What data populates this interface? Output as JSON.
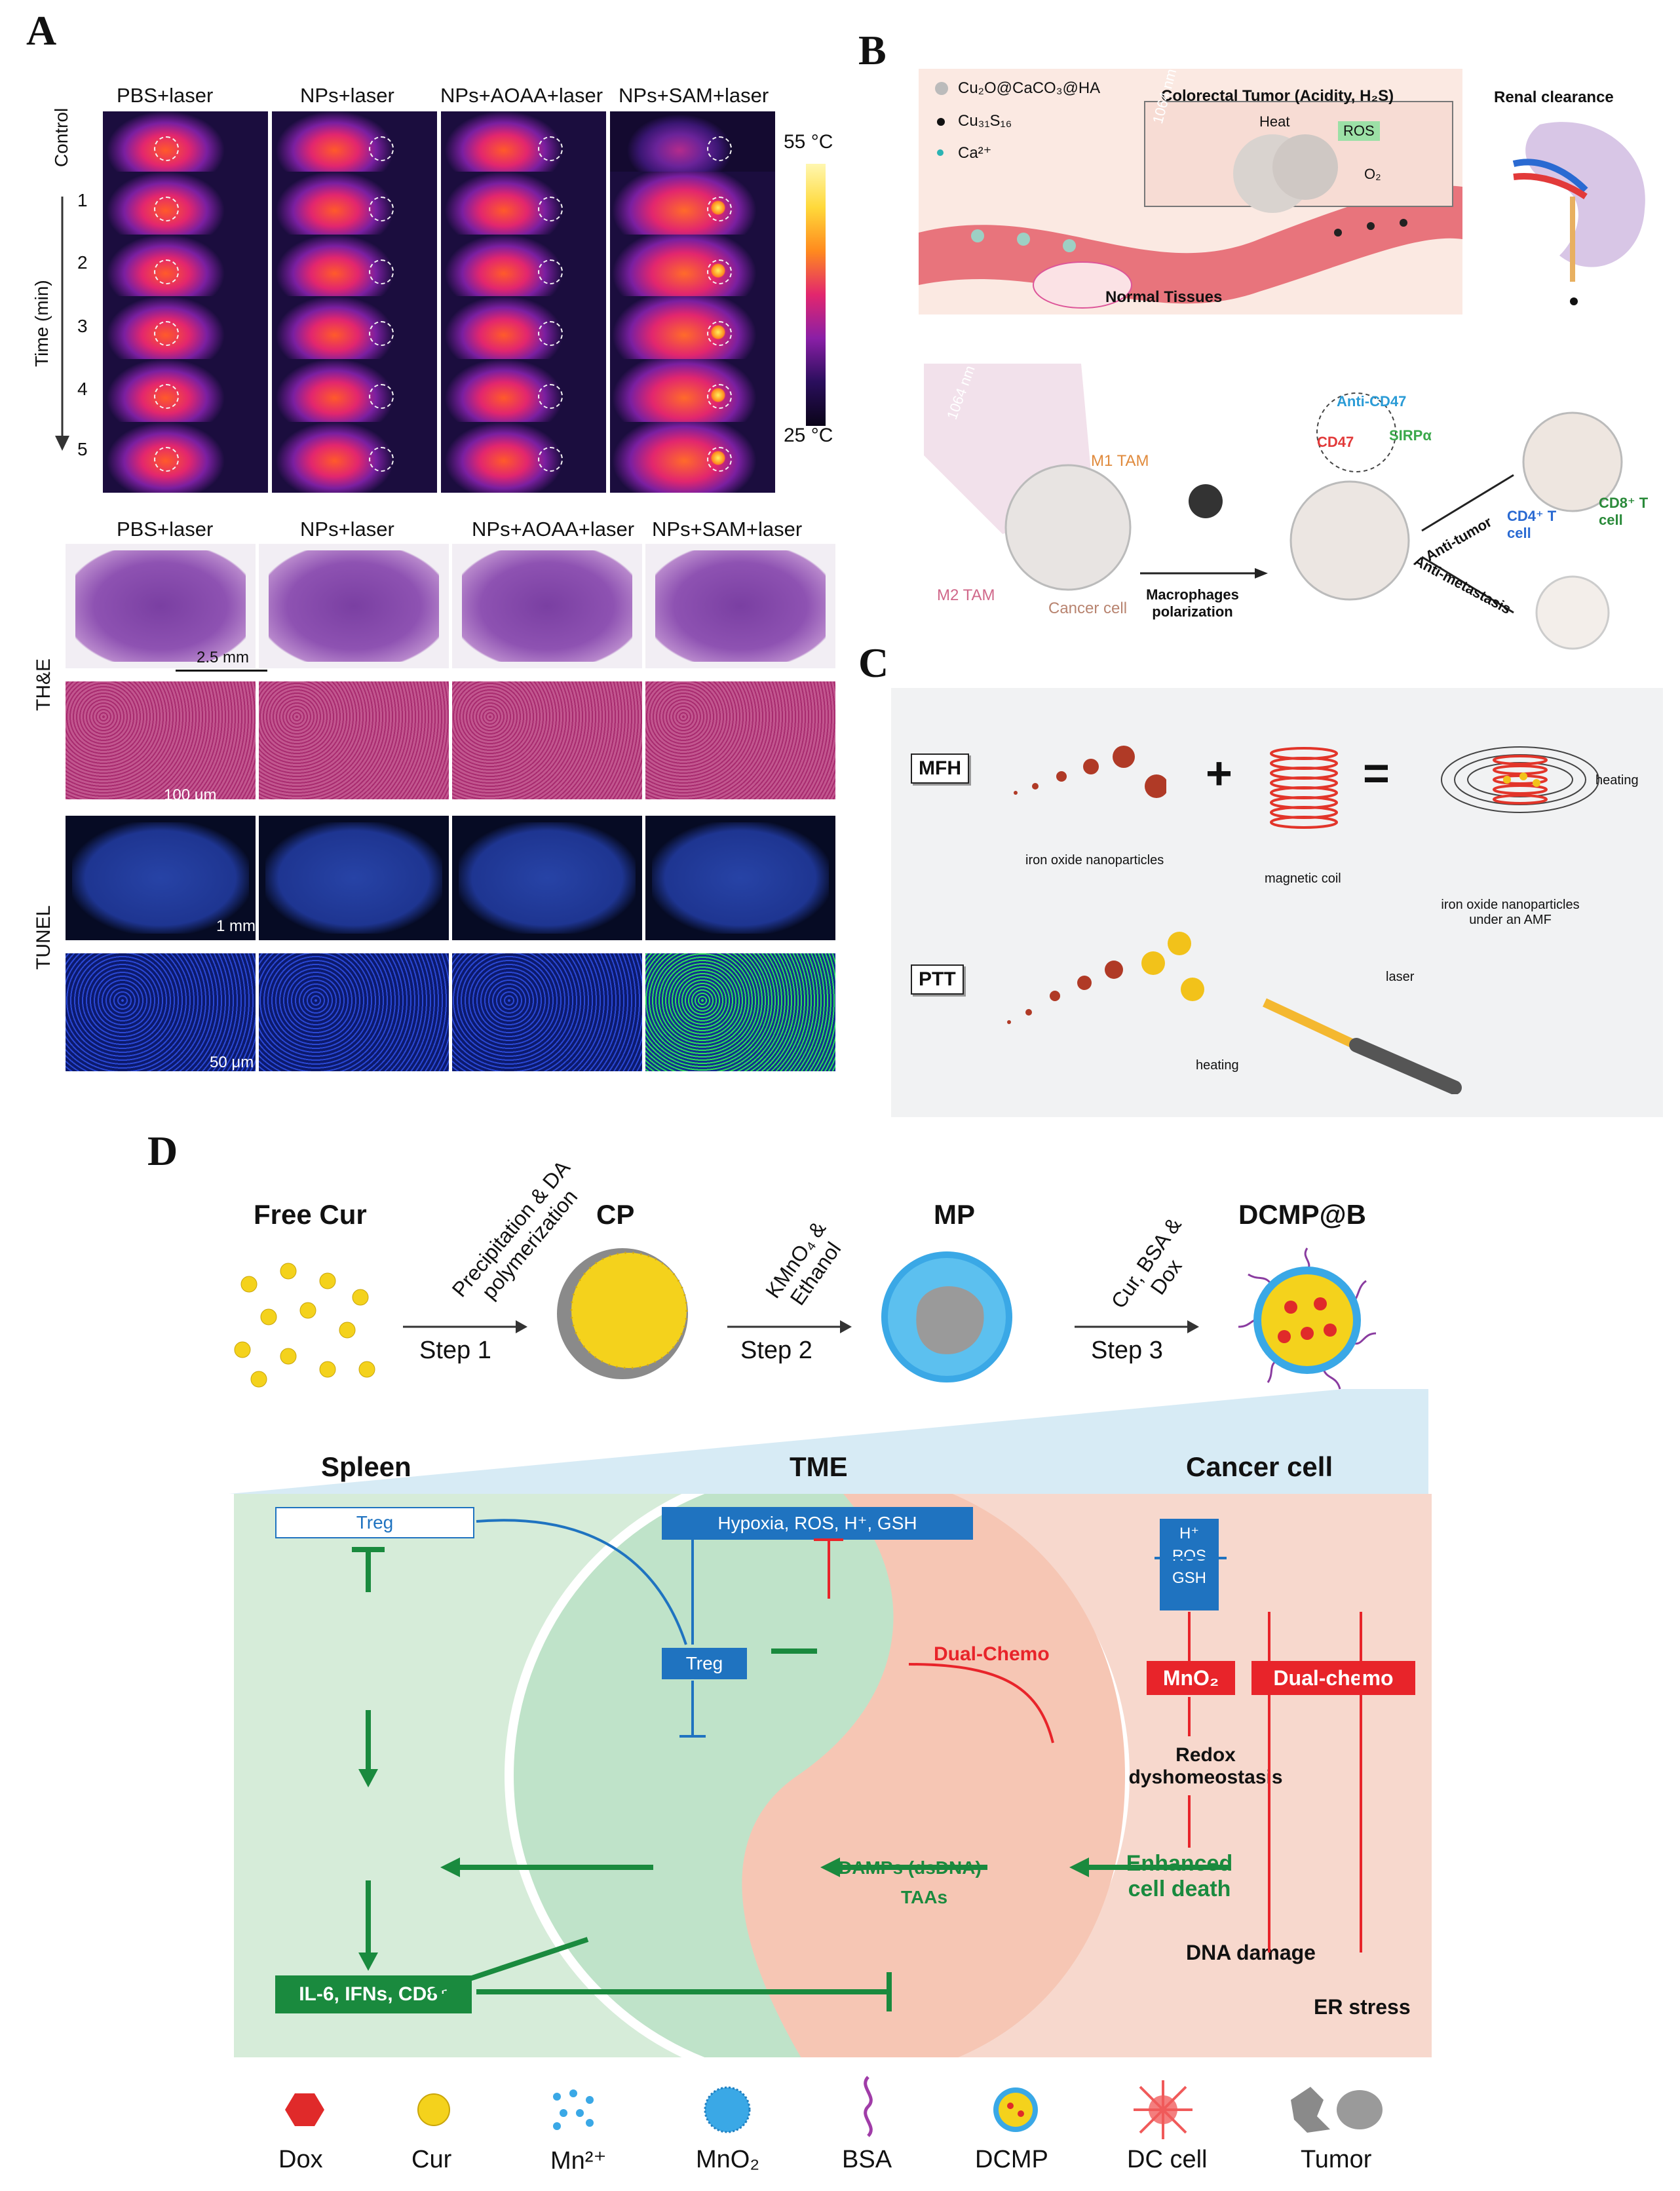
{
  "panels": {
    "a": "A",
    "b": "B",
    "c": "C",
    "d": "D"
  },
  "panel_a": {
    "col_headers": [
      "PBS+laser",
      "NPs+laser",
      "NPs+AOAA+laser",
      "NPs+SAM+laser"
    ],
    "row_labels": [
      "Control",
      "1",
      "2",
      "3",
      "4",
      "5"
    ],
    "time_axis": "Time (min)",
    "colorbar_max": "55 °C",
    "colorbar_min": "25 °C",
    "histo_headers": [
      "PBS+laser",
      "NPs+laser",
      "NPs+AOAA+laser",
      "NPs+SAM+laser"
    ],
    "he_label": "TH&E",
    "tunel_label": "TUNEL",
    "scale_he": "2.5 mm",
    "scale_he_zoom": "100 μm",
    "scale_tunel": "1 mm",
    "scale_tunel_zoom": "50 μm"
  },
  "panel_b": {
    "legend": [
      "Cu₂O@CaCO₃@HA",
      "Cu₃₁S₁₆",
      "Ca²⁺"
    ],
    "tumor_title": "Colorectal Tumor (Acidity, H₂S)",
    "heat": "Heat",
    "ros": "ROS",
    "o2": "O₂",
    "laser": "1064 nm",
    "normal": "Normal Tissues",
    "renal": "Renal clearance",
    "laser2": "1064 nm",
    "m1": "M1 TAM",
    "m2": "M2 TAM",
    "cancer": "Cancer cell",
    "polarization": "Macrophages polarization",
    "anti_cd47": "Anti-CD47",
    "cd47": "CD47",
    "sirpa": "SIRPα",
    "anti_tumor": "Anti-tumor",
    "anti_metastasis": "Anti-metastasis",
    "cd4": "CD4⁺ T cell",
    "cd8": "CD8⁺ T cell"
  },
  "panel_c": {
    "mfh": "MFH",
    "ptt": "PTT",
    "iron": "iron oxide nanoparticles",
    "coil": "magnetic coil",
    "iron_amf": "iron oxide nanoparticles under an AMF",
    "heating": "heating",
    "heating2": "heating",
    "laser": "laser",
    "plus": "+",
    "equals": "="
  },
  "panel_d": {
    "stage1": "Free Cur",
    "stage2": "CP",
    "stage3": "MP",
    "stage4": "DCMP@B",
    "step1": "Step 1",
    "step2": "Step 2",
    "step3": "Step 3",
    "step1_desc": "Precipitation & DA polymerization",
    "step2_desc": "KMnO₄ & Ethanol",
    "step3_desc": "Cur, BSA & Dox",
    "spleen": "Spleen",
    "tme": "TME",
    "cancer_cell": "Cancer cell",
    "treg1": "Treg",
    "treg2": "Treg",
    "hypoxia": "Hypoxia, ROS, H⁺, GSH",
    "h_ros_gsh": [
      "H⁺",
      "ROS",
      "GSH"
    ],
    "dual_chemo_red": "Dual-Chemo",
    "mno2": "MnO₂",
    "dual_chemo_box": "Dual-chemo",
    "redox": "Redox dyshomeostasis",
    "enhanced": "Enhanced cell death",
    "damps": "DAMPs (dsDNA)",
    "taas": "TAAs",
    "dna_damage": "DNA damage",
    "er_stress": "ER stress",
    "il6": "IL-6, IFNs, CD8⁺",
    "legend": [
      "Dox",
      "Cur",
      "Mn²⁺",
      "MnO₂",
      "BSA",
      "DCMP",
      "DC cell",
      "Tumor"
    ]
  },
  "colors": {
    "accent_red": "#e8242a",
    "accent_green": "#1a8a3e",
    "accent_blue": "#1f73c0"
  }
}
